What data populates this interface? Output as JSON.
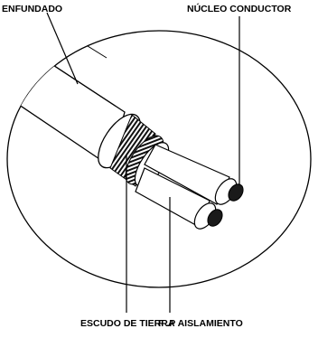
{
  "labels": {
    "sheath": "ENFUNDADO",
    "conductor_core": "NÚCLEO CONDUCTOR",
    "ground_shield": "ESCUDO DE TIERRA",
    "insulation": "F .P AISLAMIENTO"
  },
  "colors": {
    "ink": "#000000",
    "paper": "#ffffff",
    "core_end": "#1a1a1a"
  }
}
